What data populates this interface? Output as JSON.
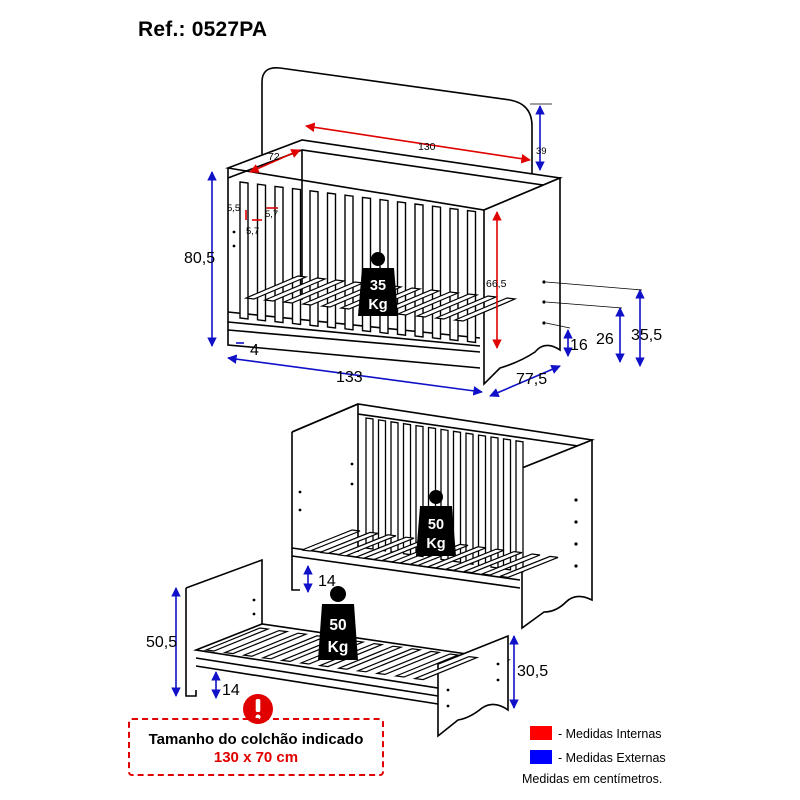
{
  "header": {
    "reference": "Ref.: 0527PA"
  },
  "crib": {
    "capacity": {
      "value": "35",
      "unit": "Kg"
    },
    "dimensions": {
      "internal_length": "130",
      "internal_width": "72",
      "headboard_extra": "39",
      "rail_gap_top": "5,5",
      "slat_gap_a": "5,7",
      "slat_gap_b": "5,7",
      "internal_height": "66,5",
      "total_height": "80,5",
      "base_clearance": "4",
      "total_length": "133",
      "total_depth": "77,5",
      "mattress_level_low": "16",
      "mattress_level_mid": "26",
      "mattress_level_high": "35,5"
    }
  },
  "minibed": {
    "capacity": {
      "value": "50",
      "unit": "Kg"
    },
    "dimensions": {
      "floor_clearance": "14"
    }
  },
  "bed": {
    "capacity": {
      "value": "50",
      "unit": "Kg"
    },
    "dimensions": {
      "headboard_height": "50,5",
      "floor_clearance": "14",
      "footboard_height": "30,5"
    }
  },
  "mattress_notice": {
    "line1": "Tamanho do colchão indicado",
    "line2": "130 x 70 cm"
  },
  "legend": {
    "items": [
      {
        "label": "- Medidas Internas",
        "color": "#ff0000"
      },
      {
        "label": "- Medidas Externas",
        "color": "#0000ff"
      }
    ],
    "note": "Medidas em centímetros."
  },
  "colors": {
    "internal": "#e00000",
    "external": "#1010c8",
    "outline": "#000000"
  },
  "icons": [
    "weight-icon",
    "warning-icon"
  ]
}
